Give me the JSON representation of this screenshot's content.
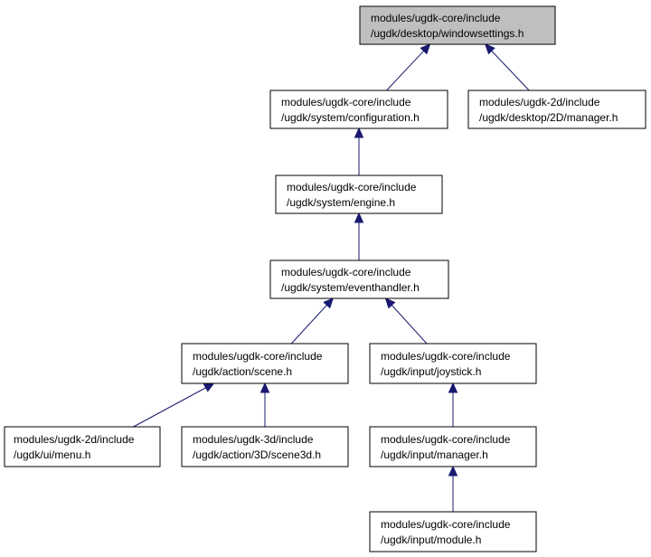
{
  "colors": {
    "edge": "#191970",
    "node_fill": "#ffffff",
    "root_fill": "#bfbfbf",
    "border": "#000000"
  },
  "nodes": [
    {
      "id": "windowsettings",
      "line1": "modules/ugdk-core/include",
      "line2": "/ugdk/desktop/windowsettings.h",
      "highlighted": true
    },
    {
      "id": "configuration",
      "line1": "modules/ugdk-core/include",
      "line2": "/ugdk/system/configuration.h"
    },
    {
      "id": "manager2d",
      "line1": "modules/ugdk-2d/include",
      "line2": "/ugdk/desktop/2D/manager.h"
    },
    {
      "id": "engine",
      "line1": "modules/ugdk-core/include",
      "line2": "/ugdk/system/engine.h"
    },
    {
      "id": "eventhandler",
      "line1": "modules/ugdk-core/include",
      "line2": "/ugdk/system/eventhandler.h"
    },
    {
      "id": "scene",
      "line1": "modules/ugdk-core/include",
      "line2": "/ugdk/action/scene.h"
    },
    {
      "id": "joystick",
      "line1": "modules/ugdk-core/include",
      "line2": "/ugdk/input/joystick.h"
    },
    {
      "id": "menu",
      "line1": "modules/ugdk-2d/include",
      "line2": "/ugdk/ui/menu.h"
    },
    {
      "id": "scene3d",
      "line1": "modules/ugdk-3d/include",
      "line2": "/ugdk/action/3D/scene3d.h"
    },
    {
      "id": "inputmanager",
      "line1": "modules/ugdk-core/include",
      "line2": "/ugdk/input/manager.h"
    },
    {
      "id": "module",
      "line1": "modules/ugdk-core/include",
      "line2": "/ugdk/input/module.h"
    }
  ],
  "edges": [
    {
      "from": "configuration",
      "to": "windowsettings"
    },
    {
      "from": "manager2d",
      "to": "windowsettings"
    },
    {
      "from": "engine",
      "to": "configuration"
    },
    {
      "from": "eventhandler",
      "to": "engine"
    },
    {
      "from": "scene",
      "to": "eventhandler"
    },
    {
      "from": "joystick",
      "to": "eventhandler"
    },
    {
      "from": "menu",
      "to": "scene"
    },
    {
      "from": "scene3d",
      "to": "scene"
    },
    {
      "from": "inputmanager",
      "to": "joystick"
    },
    {
      "from": "module",
      "to": "inputmanager"
    }
  ]
}
